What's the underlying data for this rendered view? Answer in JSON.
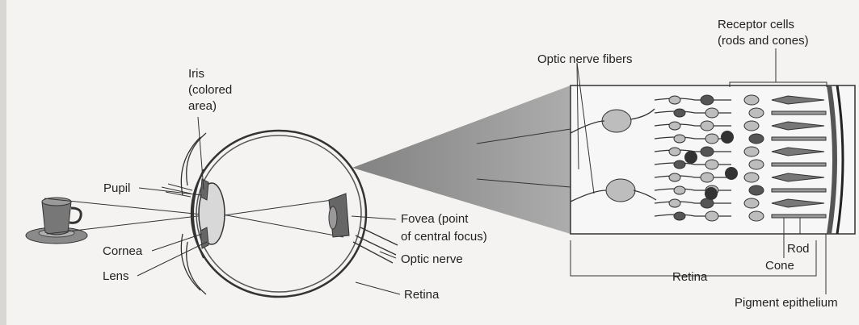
{
  "labels": {
    "iris_line1": "Iris",
    "iris_line2": "(colored",
    "iris_line3": "area)",
    "pupil": "Pupil",
    "cornea": "Cornea",
    "lens": "Lens",
    "fovea_line1": "Fovea (point",
    "fovea_line2": "of central focus)",
    "optic_nerve": "Optic nerve",
    "retina_eye": "Retina",
    "optic_nerve_fibers": "Optic nerve fibers",
    "receptor_line1": "Receptor cells",
    "receptor_line2": "(rods and cones)",
    "rod": "Rod",
    "cone": "Cone",
    "retina_detail": "Retina",
    "pigment_epithelium": "Pigment epithelium"
  },
  "colors": {
    "background": "#f4f3f1",
    "ink": "#333333",
    "cell_fill": "#bdbdbd",
    "dark_cell_fill": "#555555",
    "wedge_fill": "#7a7a7a",
    "left_strip": "#d9d7d3"
  }
}
